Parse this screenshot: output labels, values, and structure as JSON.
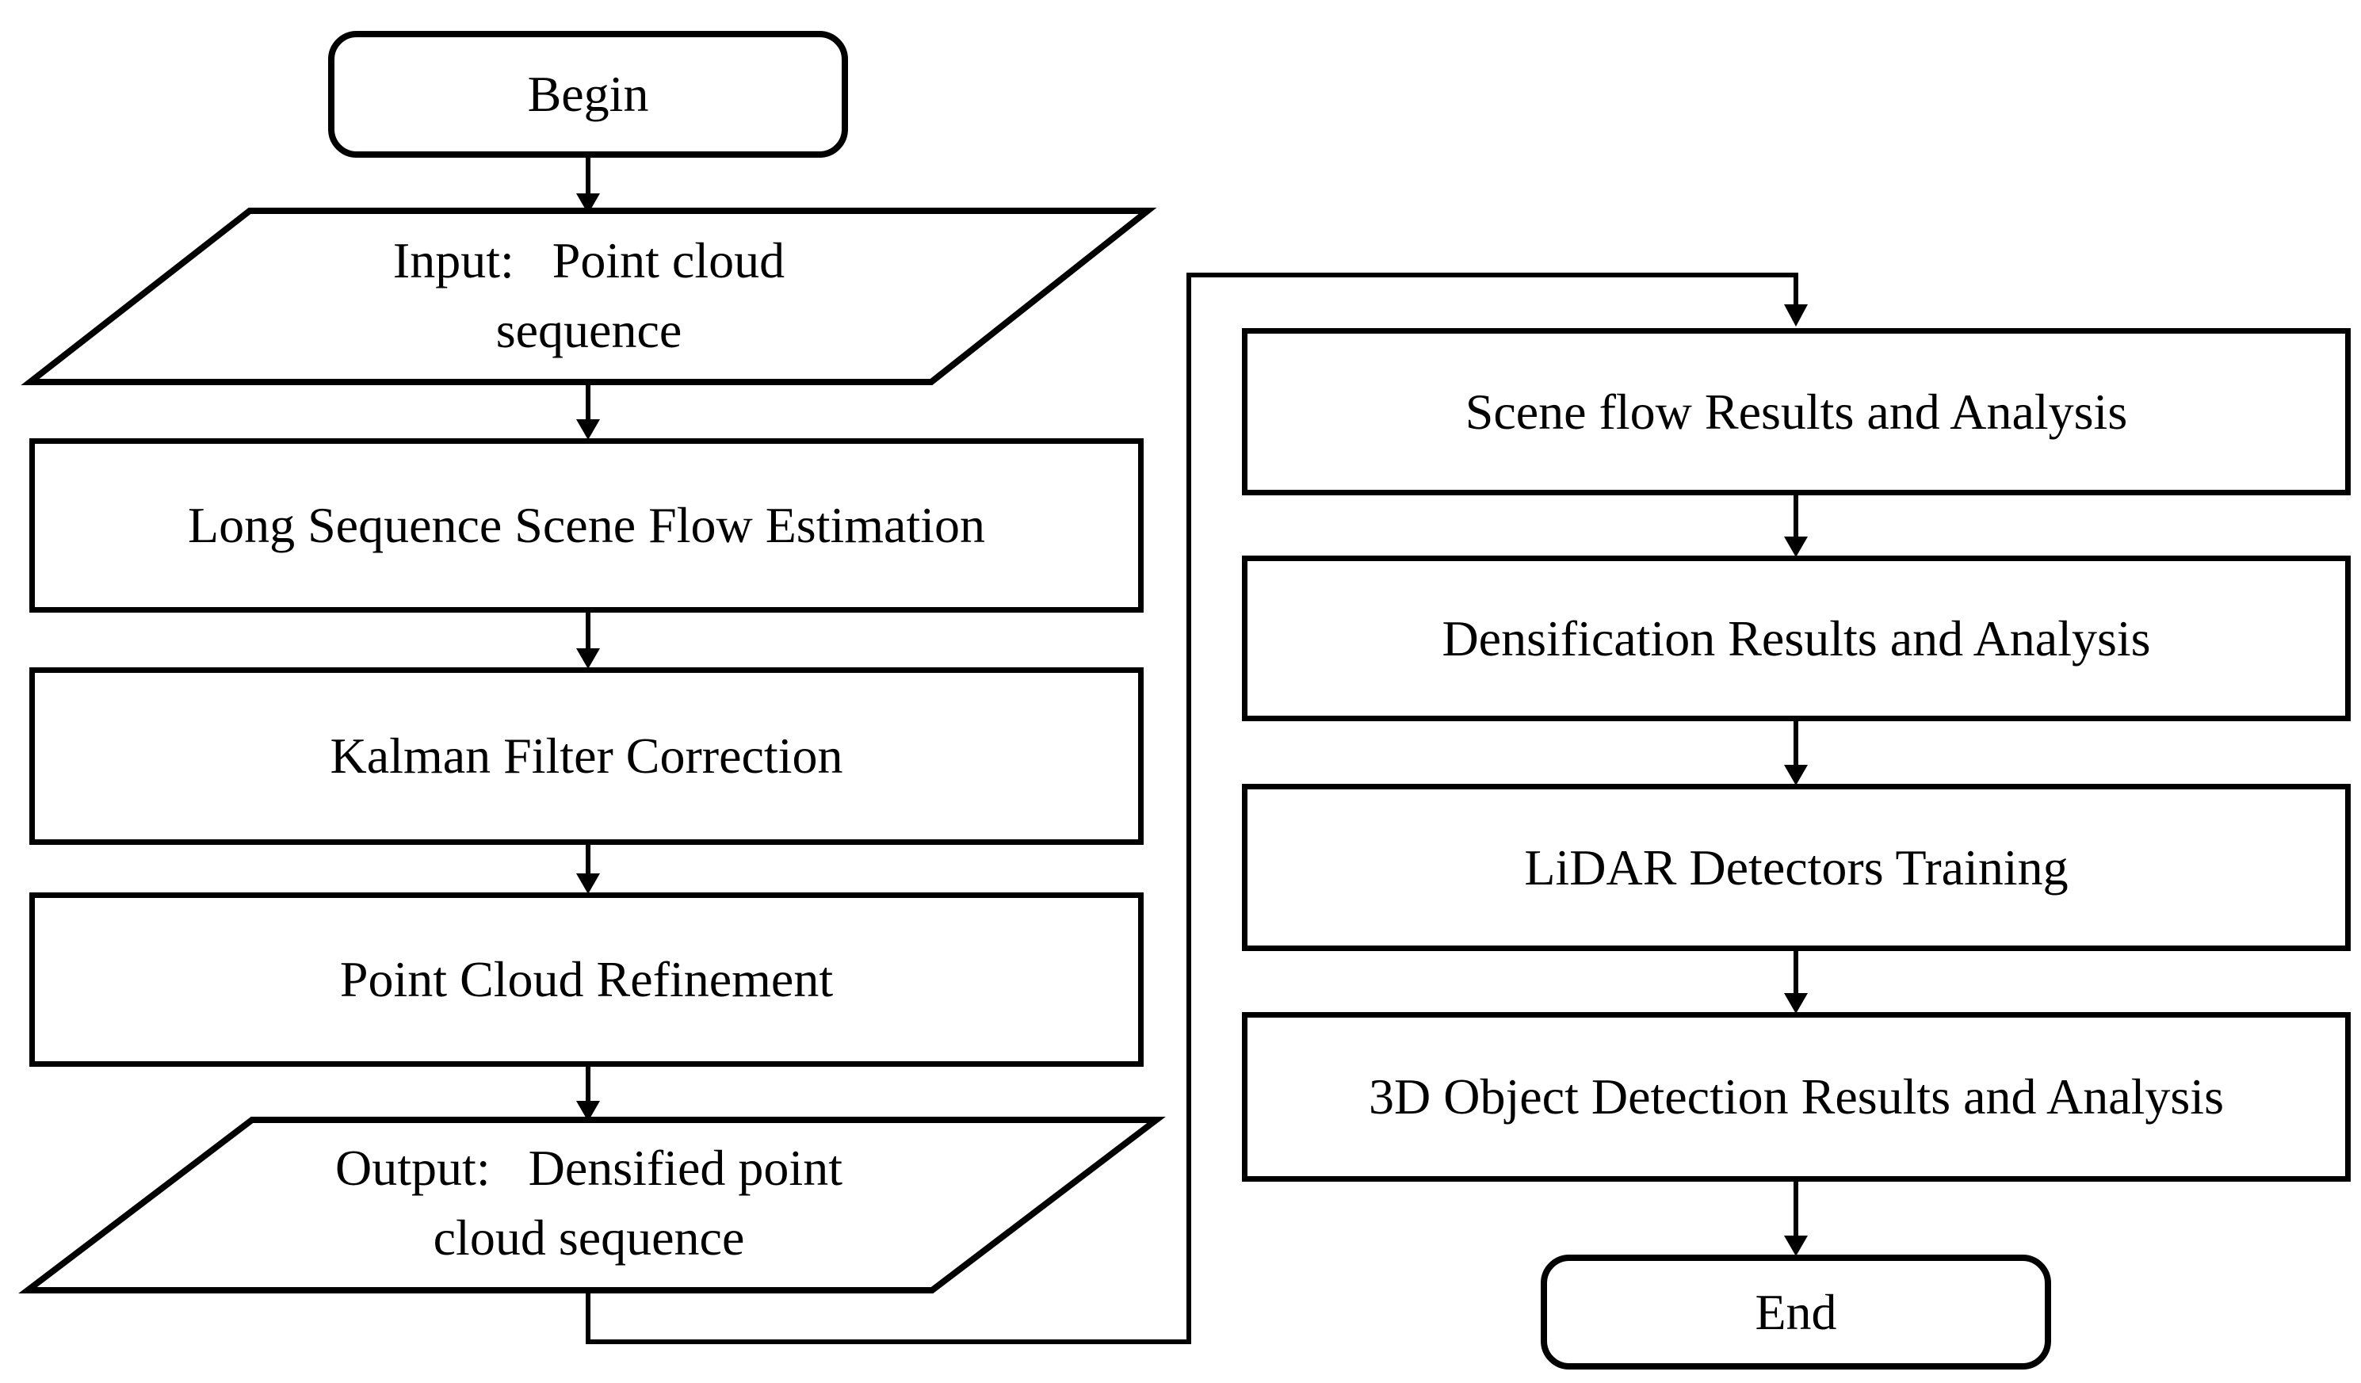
{
  "diagram": {
    "background_color": "#ffffff",
    "stroke_color": "#000000",
    "nodes": {
      "begin": {
        "type": "terminator",
        "label": "Begin"
      },
      "input": {
        "type": "input-output",
        "line1": "Input:   Point cloud",
        "line2": "sequence"
      },
      "step1": {
        "type": "process",
        "label": "Long Sequence Scene Flow Estimation"
      },
      "step2": {
        "type": "process",
        "label": "Kalman Filter Correction"
      },
      "step3": {
        "type": "process",
        "label": "Point Cloud Refinement"
      },
      "output": {
        "type": "input-output",
        "line1": "Output:   Densified point",
        "line2": "cloud sequence"
      },
      "result1": {
        "type": "process",
        "label": "Scene flow Results and Analysis"
      },
      "result2": {
        "type": "process",
        "label": "Densification Results and Analysis"
      },
      "result3": {
        "type": "process",
        "label": "LiDAR Detectors Training"
      },
      "result4": {
        "type": "process",
        "label": "3D Object Detection Results and Analysis"
      },
      "end": {
        "type": "terminator",
        "label": "End"
      }
    },
    "edges": [
      {
        "from": "begin",
        "to": "input"
      },
      {
        "from": "input",
        "to": "step1"
      },
      {
        "from": "step1",
        "to": "step2"
      },
      {
        "from": "step2",
        "to": "step3"
      },
      {
        "from": "step3",
        "to": "output"
      },
      {
        "from": "output",
        "to": "result1"
      },
      {
        "from": "result1",
        "to": "result2"
      },
      {
        "from": "result2",
        "to": "result3"
      },
      {
        "from": "result3",
        "to": "result4"
      },
      {
        "from": "result4",
        "to": "end"
      }
    ]
  }
}
